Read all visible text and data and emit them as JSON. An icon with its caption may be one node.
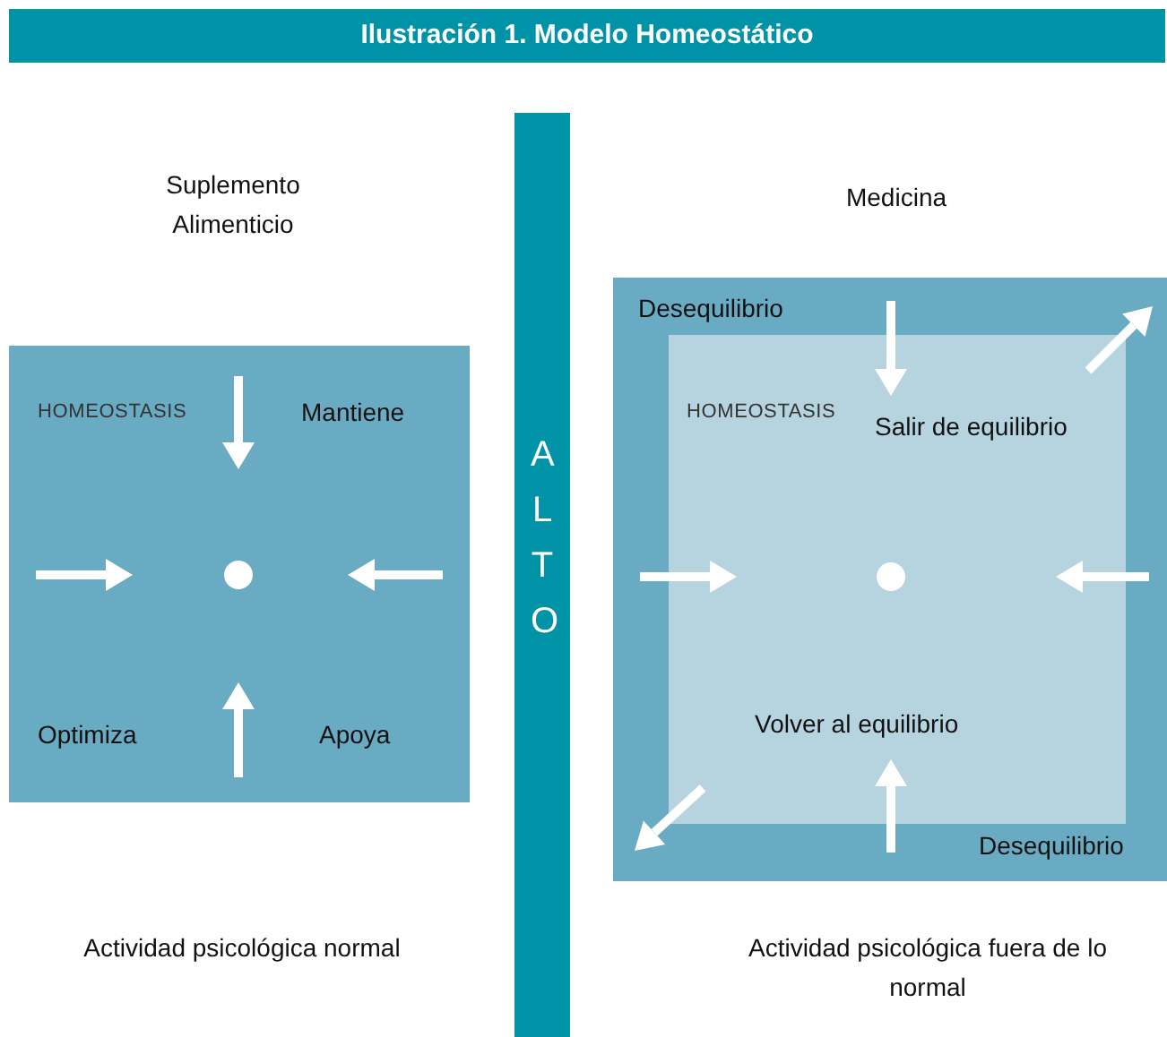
{
  "diagram": {
    "title": "Ilustración 1. Modelo Homeostático",
    "nodes": [
      {
        "text": [
          "HOMEOSTASIS",
          "Mantiene",
          "Optimiza",
          "Apoya"
        ]
      },
      {
        "text": [
          "ALTO"
        ]
      },
      {
        "text": [
          "Desequilibrio",
          "Desequilibrio"
        ]
      },
      {
        "text": [
          "HOMEOSTASIS",
          "Salir de equilibrio",
          "Volver al equilibrio"
        ],
        "in": 2
      }
    ],
    "labels": [
      "Suplemento Alimenticio",
      "Medicina",
      "Actividad psicológica normal",
      "Actividad psicológica fuera de lo normal"
    ]
  }
}
